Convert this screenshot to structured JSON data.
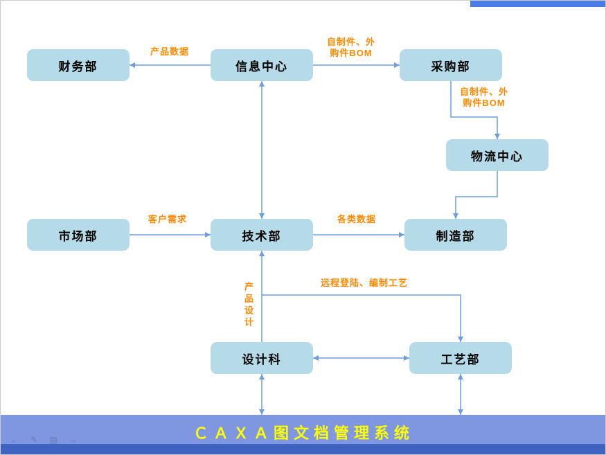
{
  "slide": {
    "footer_title": "ＣＡＸＡ图文档管理系统",
    "colors": {
      "node_fill": "#b5dbe8",
      "arrow": "#6d9eda",
      "edge_label": "#ff8a00",
      "footer_band": "#7e97e0",
      "footer_strip": "#3f63c0",
      "footer_text": "#ffff00",
      "top_bar": "#4a7ce8"
    }
  },
  "diagram": {
    "nodes": [
      {
        "id": "finance",
        "label": "财务部"
      },
      {
        "id": "info_center",
        "label": "信息中心"
      },
      {
        "id": "purchasing",
        "label": "采购部"
      },
      {
        "id": "logistics_center",
        "label": "物流中心"
      },
      {
        "id": "marketing",
        "label": "市场部"
      },
      {
        "id": "technology",
        "label": "技术部"
      },
      {
        "id": "manufacturing",
        "label": "制造部"
      },
      {
        "id": "design_section",
        "label": "设计科"
      },
      {
        "id": "process_dept",
        "label": "工艺部"
      }
    ],
    "edge_labels": [
      {
        "id": "product_data",
        "text": "产品数据"
      },
      {
        "id": "bom_top",
        "text": "自制件、外\n购件BOM"
      },
      {
        "id": "bom_right",
        "text": "自制件、外\n购件BOM"
      },
      {
        "id": "customer_demand",
        "text": "客户需求"
      },
      {
        "id": "various_data",
        "text": "各类数据"
      },
      {
        "id": "product_design",
        "text": "产品设计"
      },
      {
        "id": "remote_login",
        "text": "远程登陆、编制工艺"
      }
    ]
  },
  "presenter_toolbar": {
    "icons": [
      {
        "name": "previous-slide",
        "glyph": "←"
      },
      {
        "name": "pen-tool",
        "glyph": "✎"
      },
      {
        "name": "slide-menu",
        "glyph": "▤"
      },
      {
        "name": "next-slide",
        "glyph": "→"
      }
    ]
  }
}
